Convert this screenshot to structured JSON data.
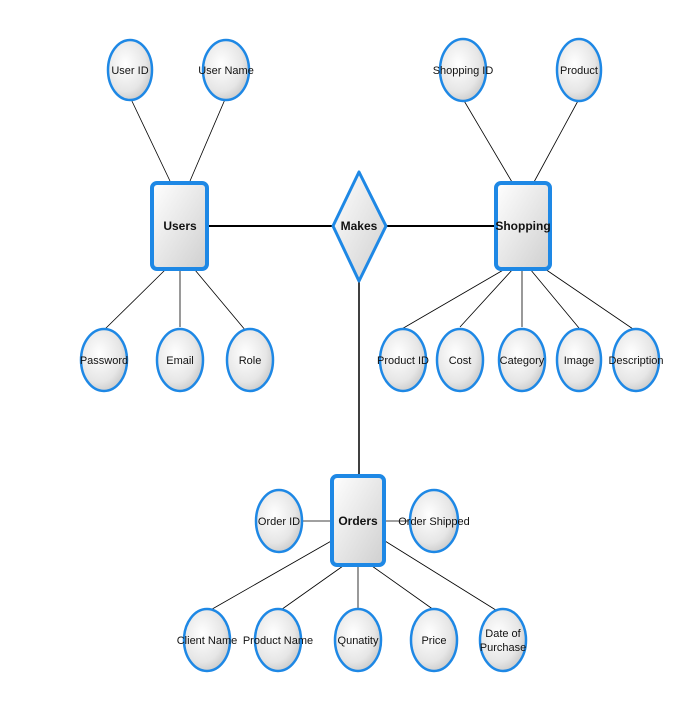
{
  "diagram": {
    "entities": {
      "users": "Users",
      "shopping": "Shopping",
      "orders": "Orders"
    },
    "relationship": {
      "makes": "Makes"
    },
    "attributes": {
      "users": {
        "user_id": "User ID",
        "user_name": "User Name",
        "password": "Password",
        "email": "Email",
        "role": "Role"
      },
      "shopping": {
        "shopping_id": "Shopping ID",
        "product": "Product",
        "product_id": "Product ID",
        "cost": "Cost",
        "category": "Category",
        "image": "Image",
        "description": "Description"
      },
      "orders": {
        "order_id": "Order ID",
        "order_shipped": "Order Shipped",
        "client_name": "Client Name",
        "product_name": "Product Name",
        "qunatity": "Qunatity",
        "price": "Price",
        "date_of_purchase_line1": "Date of",
        "date_of_purchase_line2": "Purchase"
      }
    },
    "colors": {
      "entity_border": "#1e88e5",
      "attribute_border": "#1e88e5",
      "connector": "#000000"
    }
  }
}
